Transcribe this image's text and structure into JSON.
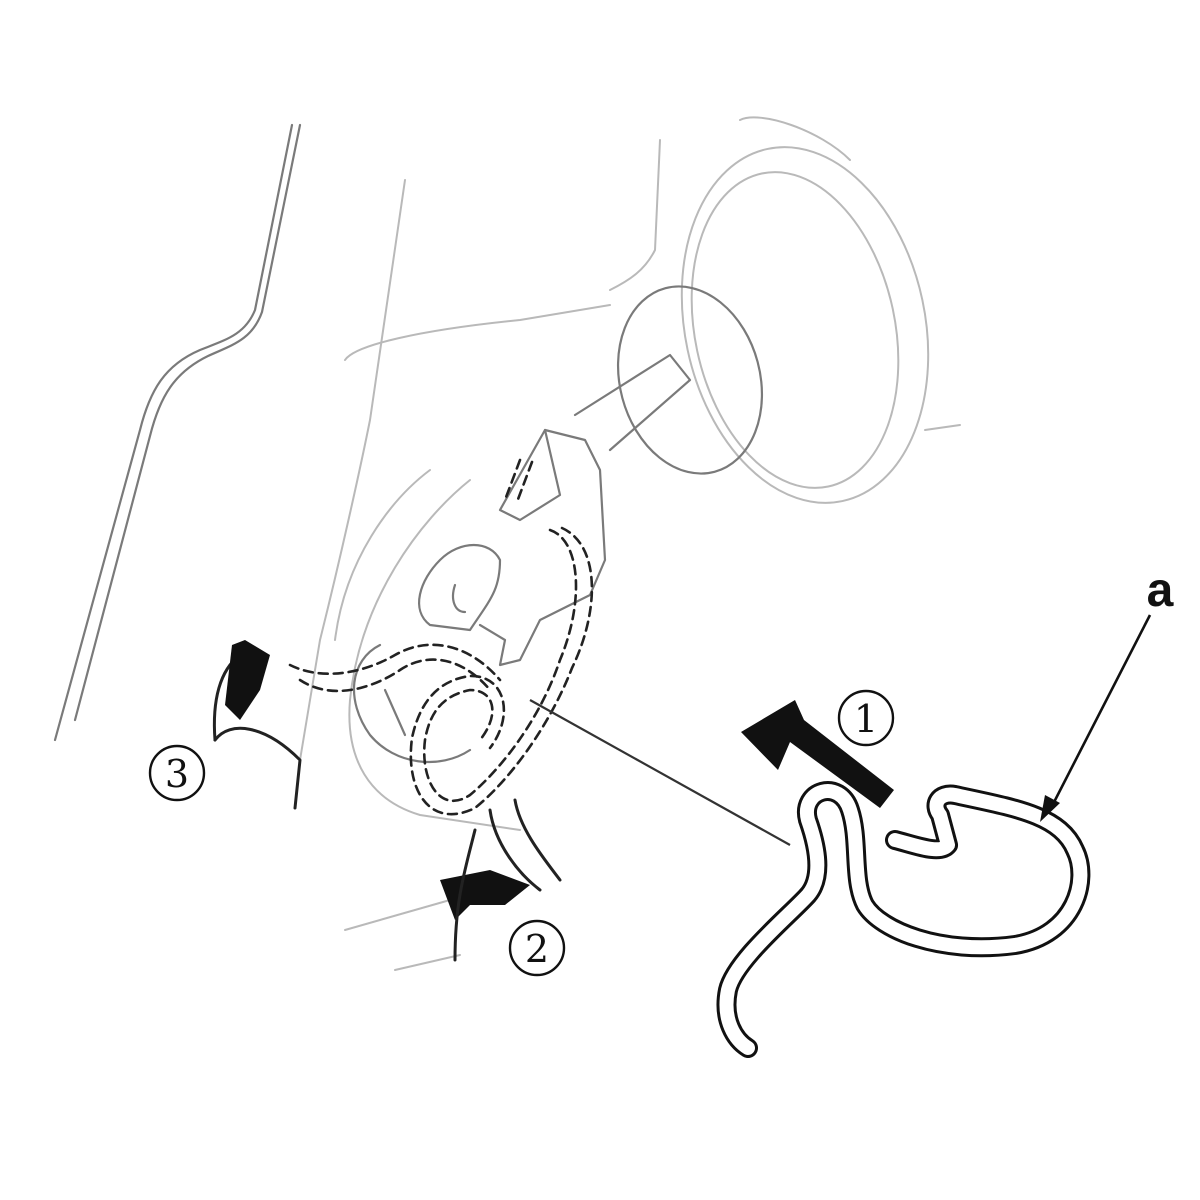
{
  "callouts": {
    "step1": "1",
    "step2": "2",
    "step3": "3",
    "part_a": "a"
  }
}
